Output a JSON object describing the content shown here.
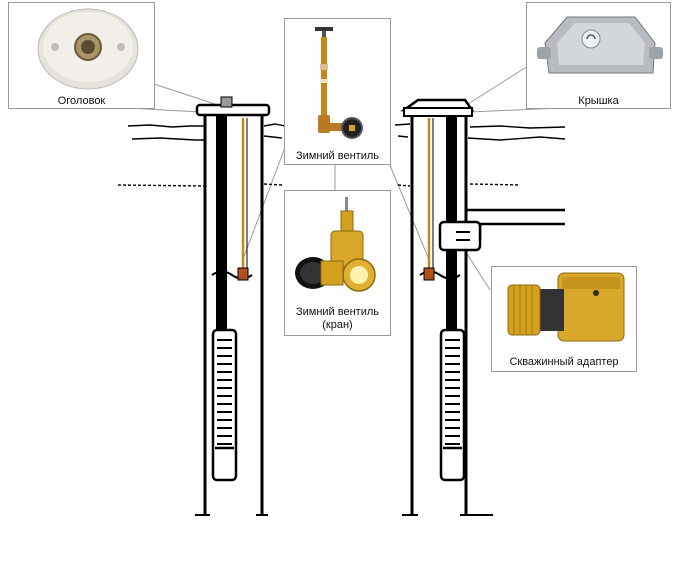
{
  "labels": {
    "head": "Оголовок",
    "cap": "Крышка",
    "winter_valve": "Зимний вентиль",
    "winter_valve_tap_line1": "Зимний вентиль",
    "winter_valve_tap_line2": "(кран)",
    "well_adapter": "Скважинный адаптер"
  },
  "colors": {
    "background": "#ffffff",
    "line": "#000000",
    "callout_border": "#9a9a9a",
    "pipe_copper": "#c8861f",
    "brass": "#d4a020"
  },
  "icons": {
    "head": "well-head-icon",
    "cap": "well-cap-icon",
    "winter_valve": "winter-valve-icon",
    "winter_valve_tap": "gate-valve-icon",
    "well_adapter": "pitless-adapter-icon"
  }
}
